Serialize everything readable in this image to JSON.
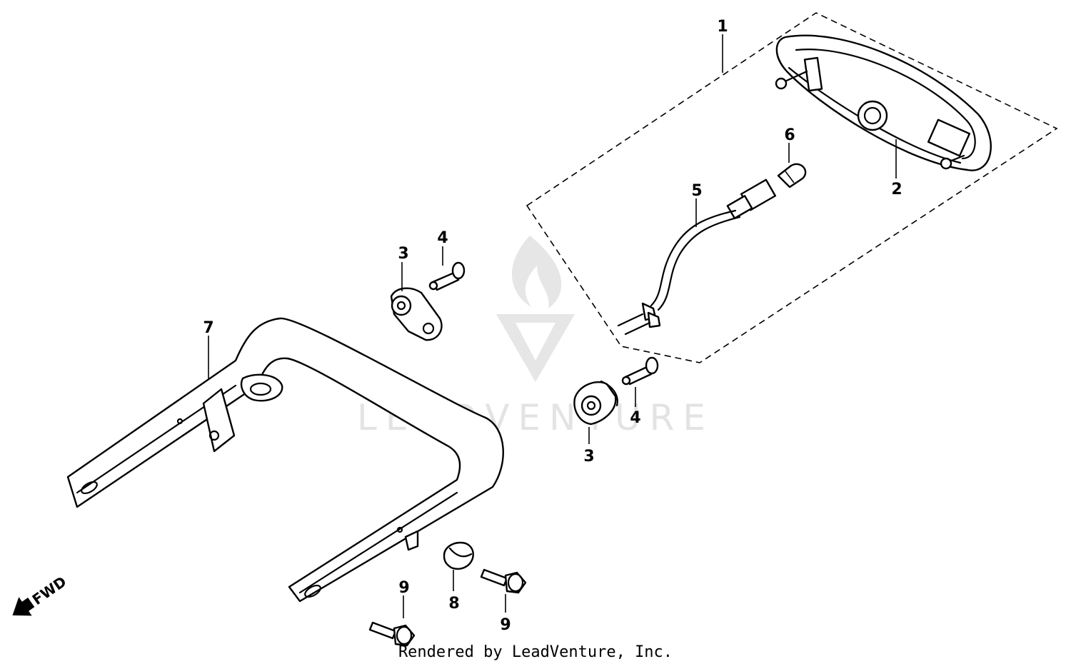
{
  "watermark": {
    "text": "LEADVENTURE"
  },
  "direction": {
    "label": "FWD"
  },
  "credit": "Rendered by LeadVenture, Inc.",
  "callouts": [
    "1",
    "2",
    "3",
    "4",
    "5",
    "6",
    "7",
    "3",
    "4",
    "8",
    "9",
    "9"
  ]
}
